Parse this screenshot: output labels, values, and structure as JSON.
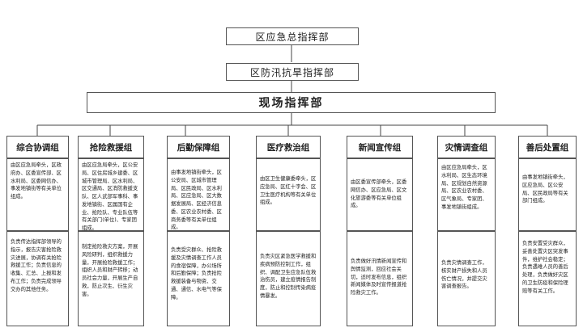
{
  "chart": {
    "command_1": "区应急总指挥部",
    "command_2": "区防汛抗旱指挥部",
    "command_3": "现场指挥部"
  },
  "groups": [
    {
      "title": "综合协调组",
      "members": "由区应急局牵头，区政府办、区委宣传部、区水利局、区委网信办、事发地镇街等有关单位组成。",
      "duties": "负责传达指挥部领导的指示，报告灾害抢险救灾进展，协调有关抢险救援工作；负责信息的收集、汇总、上报和发布工作；负责完成领导交办的其他任务。"
    },
    {
      "title": "抢险救援组",
      "members": "由区应急局牵头，区公安局、区住房城乡建委、区城市管理局、区水利局、区交通局、区消防救援支队、区人武部军事科、事发地镇街、区属国有企业、抢险队、专业队伍等有关部门(单位)、专家团组成。",
      "duties": "制定抢险救灾方案，开展风险研判，组织救援力量，开展抢险救援工作；组织人员和财产转移；动员社会力量，开展生产自救，防止次生、衍生灾害。"
    },
    {
      "title": "后勤保障组",
      "members": "由事发地镇街牵头，区公安局、区城市管理局、区民政局、区水利局、区应急局、区大数据发展局、区经济信息委、区农业农村委、区商务委等有关单位组成。",
      "duties": "负责受灾群众、抢险救援及灾情调查工作人员的食宿保障，办公场所和后勤保障；负责抢险救援装备与物资、交通、通信、水电气等保障。"
    },
    {
      "title": "医疗救治组",
      "members": "由区卫生健康委牵头，区应急局、区红十字会、区卫生医疗机构等有关单位组成。",
      "duties": "负责灾区紧急医学救援和疾病预防控制工作，组织、调配卫生应急队伍救治伤员，建立疫情报告制度，防止和控制传染病疫情暴发。"
    },
    {
      "title": "新闻宣传组",
      "members": "由区委宣传部牵头，区委网信办、区应急局、区文化旅游委等有关单位组成。",
      "duties": "负责做好汛情新闻宣传和舆情监测，回应社会关切，适时发布信息，组织新闻媒体及时宣传报道抢险救灾工作。"
    },
    {
      "title": "灾情调查组",
      "members": "由区应急局牵头，区水利局、区生态环境局、区规划自然资源局、区农业农村委、区气象局、专家团、事发地镇街组成。",
      "duties": "负责灾情调查工作，核实财产损失和人员伤亡情况，并提交灾害调查报告。"
    },
    {
      "title": "善后处置组",
      "members": "由事发地镇街牵头，区应急局、区公安局、区民政局等有关部门组成。",
      "duties": "负责安置受灾群众，妥善处置灾区突发事件，维护社会稳定；负责遇难人员的善后处理，负责做好灾区的卫生防疫和保险理赔等有关工作。"
    }
  ]
}
